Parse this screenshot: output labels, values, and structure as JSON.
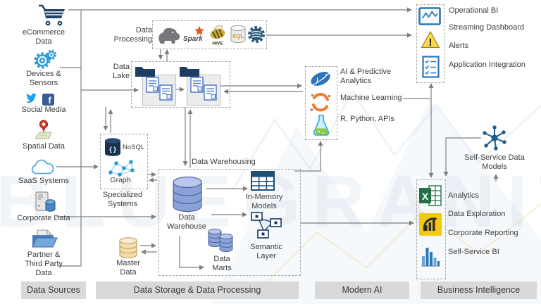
{
  "watermark": "BLUEGRANITE",
  "data_sources": {
    "items": [
      {
        "label": "eCommerce Data"
      },
      {
        "label": "Devices & Sensors"
      },
      {
        "label": "Social Media"
      },
      {
        "label": "Spatial Data"
      },
      {
        "label": "SaaS Systems"
      },
      {
        "label": "Corporate Data"
      },
      {
        "label": "Partner & Third Party Data"
      }
    ]
  },
  "processing": {
    "label": "Data Processing",
    "spark_text": "Spark",
    "hive_text": "HIVE",
    "sql_text": "SQL"
  },
  "lake": {
    "label": "Data Lake"
  },
  "specialized": {
    "nosql": "NoSQL",
    "graph": "Graph",
    "label": "Specialized Systems"
  },
  "warehousing": {
    "title": "Data Warehousing",
    "warehouse": "Data Warehouse",
    "in_memory": "In-Memory Models",
    "semantic": "Semantic Layer",
    "marts": "Data Marts"
  },
  "master": {
    "label": "Master Data"
  },
  "modern_ai": {
    "items": [
      {
        "label": "AI & Predictive Analytics"
      },
      {
        "label": "Machine Learning"
      },
      {
        "label": "R, Python, APIs"
      }
    ]
  },
  "bi_top": {
    "items": [
      {
        "label": "Operational BI"
      },
      {
        "label": "Streaming Dashboard"
      },
      {
        "label": "Alerts"
      },
      {
        "label": "Application Integration"
      }
    ]
  },
  "self_service": {
    "label": "Self-Service Data Models"
  },
  "bi_bottom": {
    "items": [
      {
        "label": "Analytics"
      },
      {
        "label": "Data Exploration"
      },
      {
        "label": "Corporate Reporting"
      },
      {
        "label": "Self-Service BI"
      }
    ]
  },
  "footer": {
    "sections": [
      {
        "label": "Data Sources"
      },
      {
        "label": "Data Storage & Data Processing"
      },
      {
        "label": "Modern AI"
      },
      {
        "label": "Business Intelligence"
      }
    ]
  },
  "glyphs": {
    "facebook": "f",
    "excel": "X",
    "warning": "!",
    "nosql": "{ }"
  },
  "colors": {
    "connector": "#7f7f7f",
    "box_dash": "#a8a8a8",
    "bar_bg": "#d9d9d9",
    "text": "#3d3d3d",
    "accent_blue": "#2e75b6",
    "accent_orange": "#ed7d31",
    "warehouse_blue": "#8aa2d8",
    "master_gold": "#f3dda9"
  }
}
